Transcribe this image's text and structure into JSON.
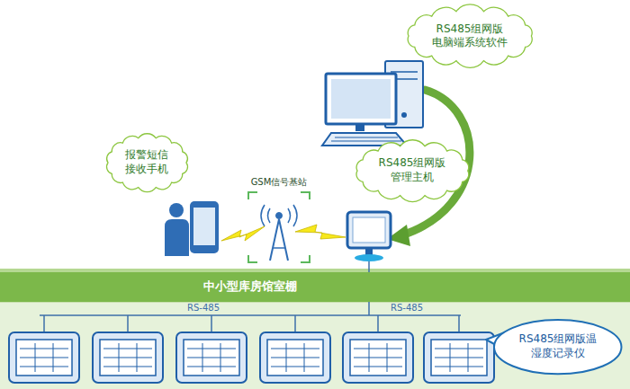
{
  "diagram": {
    "nodes": [
      {
        "text": [
          "RS485组网版 电脑端系统软件"
        ]
      },
      {
        "text": [
          "RS485组网版 管理主机"
        ]
      },
      {
        "text": [
          "报警短信 接收手机"
        ]
      },
      {
        "text": [
          "中小型库房馆室棚"
        ]
      },
      {
        "text": [
          "RS485组网版温 湿度记录仪"
        ]
      }
    ],
    "labels": [
      "GSM信号基站",
      "RS-485",
      "RS-485"
    ]
  }
}
